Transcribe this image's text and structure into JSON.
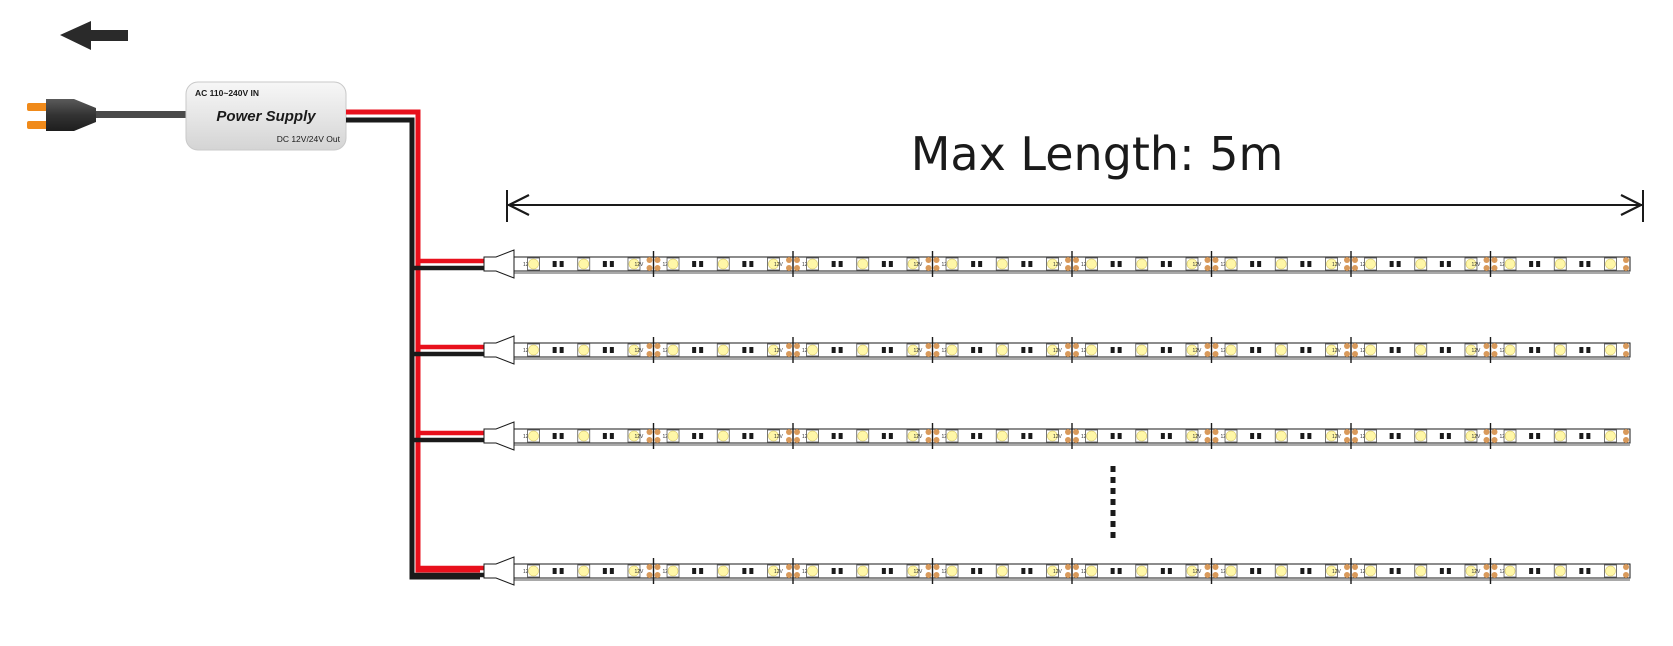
{
  "power_supply": {
    "input_label": "AC 110~240V IN",
    "name": "Power Supply",
    "output_label": "DC 12V/24V Out"
  },
  "dimension": {
    "label": "Max Length: 5m"
  },
  "strip": {
    "voltage_label": "12V",
    "count_shown": 4,
    "cut_segments": 8
  },
  "colors": {
    "positive_wire": "#e8101c",
    "negative_wire": "#1a1a1a",
    "led": "#fff7a8",
    "solder_pad": "#d99a5b",
    "plug_pin": "#f08a1a",
    "housing": "#ebebeb"
  },
  "icons": {
    "direction": "arrow-left-icon",
    "plug": "power-plug-icon",
    "continuation": "vertical-ellipsis-icon"
  }
}
